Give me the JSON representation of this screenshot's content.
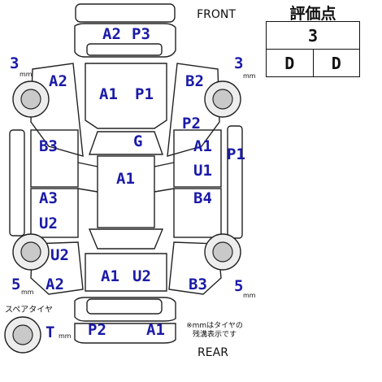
{
  "labels": {
    "front": "FRONT",
    "rear": "REAR",
    "spare": "スペアタイヤ",
    "note_line1": "※mmはタイヤの",
    "note_line2": "残溝表示です"
  },
  "score": {
    "title": "評価点",
    "overall": "3",
    "interior": "D",
    "exterior": "D"
  },
  "tires": {
    "front_left": {
      "depth": "3",
      "unit": "mm"
    },
    "front_right": {
      "depth": "3",
      "unit": "mm"
    },
    "rear_left": {
      "depth": "5",
      "unit": "mm"
    },
    "rear_right": {
      "depth": "5",
      "unit": "mm"
    },
    "spare": {
      "depth": "T",
      "unit": "mm"
    }
  },
  "damage": {
    "front_bumper": [
      "A2",
      "P3"
    ],
    "left_front_fender": "A2",
    "hood": [
      "A1",
      "P1"
    ],
    "right_front_fender": "B2",
    "right_front_pillar": "P2",
    "windshield": "G",
    "left_front_door": "B3",
    "right_front_door": [
      "A1",
      "U1"
    ],
    "right_side_sill": "P1",
    "roof": "A1",
    "left_rear_door": [
      "A3",
      "U2"
    ],
    "right_rear_door": "B4",
    "left_rear_tire_area": "U2",
    "left_rear_fender": "A2",
    "trunk": [
      "A1",
      "U2"
    ],
    "right_rear_fender": "B3",
    "rear_bumper": [
      "P2",
      "A1"
    ]
  }
}
